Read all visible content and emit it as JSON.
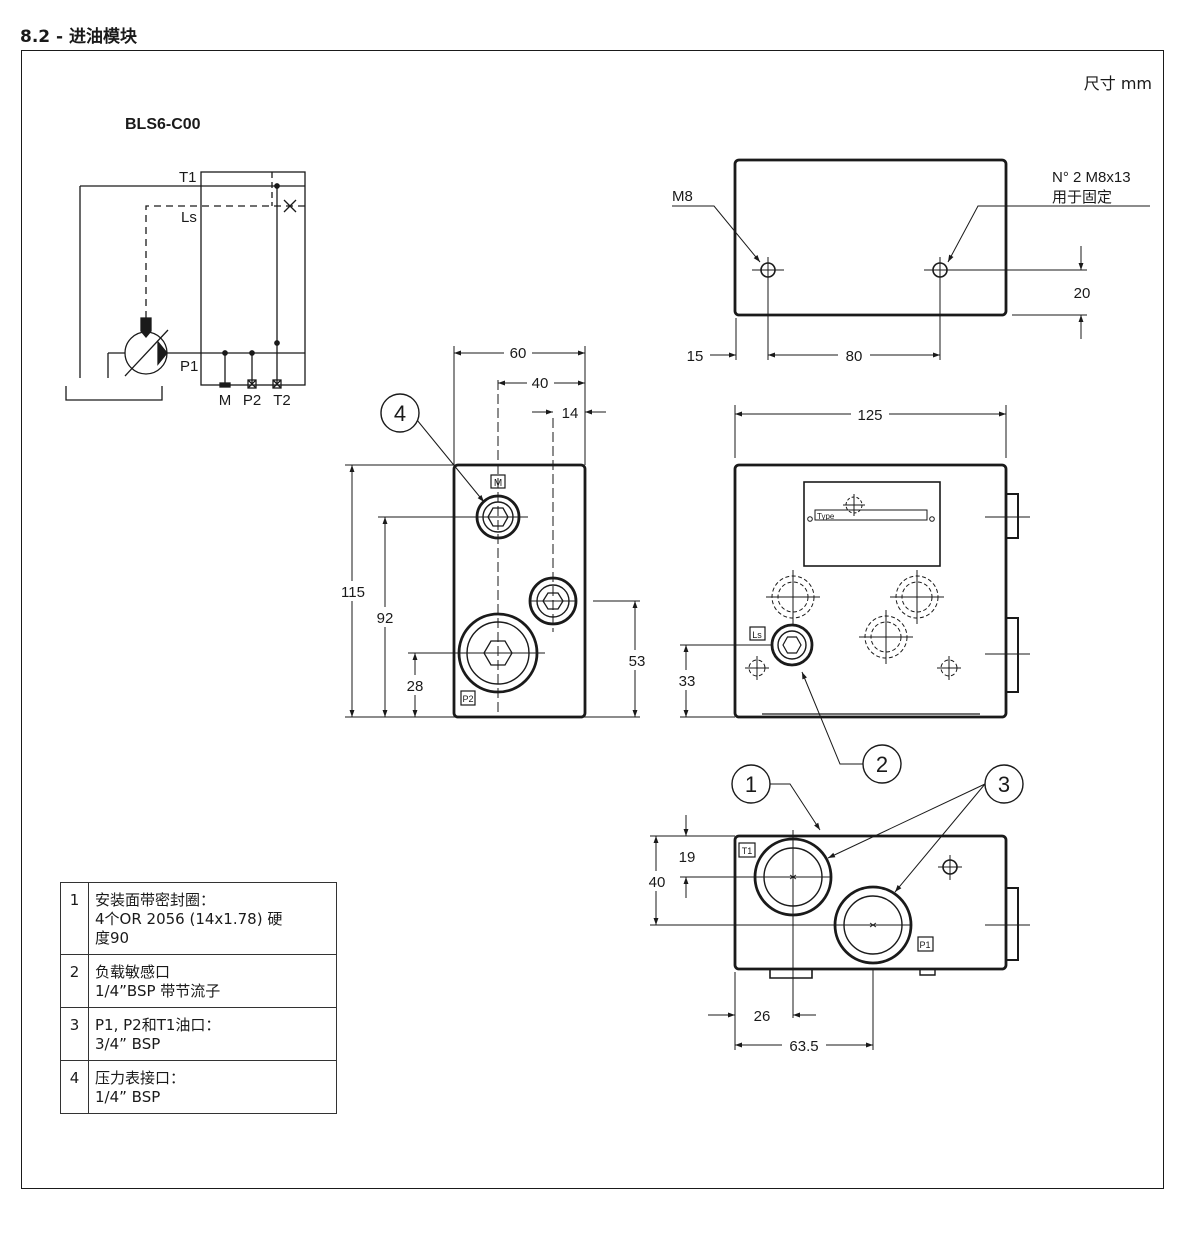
{
  "header": {
    "title": "8.2 - 进油模块"
  },
  "drawing": {
    "units_label": "尺寸 mm",
    "model_code": "BLS6-C00",
    "schematic": {
      "labels": {
        "t1": "T1",
        "ls": "Ls",
        "p1": "P1",
        "m": "M",
        "p2": "P2",
        "t2": "T2"
      }
    },
    "top_view": {
      "hole_label": "M8",
      "fixing_line1": "N° 2 M8x13",
      "fixing_line2": "用于固定",
      "dims": {
        "d15": "15",
        "d80": "80",
        "d20": "20"
      }
    },
    "left_view": {
      "port_m": "M",
      "port_p2": "P2",
      "dims": {
        "d60": "60",
        "d40": "40",
        "d14": "14",
        "d115": "115",
        "d92": "92",
        "d28": "28",
        "d53": "53"
      }
    },
    "front_view": {
      "plate_text": "Type",
      "port_ls": "Ls",
      "dims": {
        "d125": "125",
        "d33": "33"
      }
    },
    "bottom_view": {
      "port_t1": "T1",
      "port_p1": "P1",
      "dims": {
        "d19": "19",
        "d40": "40",
        "d26": "26",
        "d635": "63.5"
      }
    },
    "callouts": [
      "1",
      "2",
      "3",
      "4"
    ]
  },
  "notes": [
    {
      "num": "1",
      "lines": [
        "安装面带密封圈：",
        "4个OR 2056 (14x1.78) 硬",
        "度90"
      ]
    },
    {
      "num": "2",
      "lines": [
        "负载敏感口",
        "1/4”BSP 带节流子"
      ]
    },
    {
      "num": "3",
      "lines": [
        "P1, P2和T1油口：",
        "3/4” BSP"
      ]
    },
    {
      "num": "4",
      "lines": [
        "压力表接口：",
        "1/4” BSP"
      ]
    }
  ]
}
